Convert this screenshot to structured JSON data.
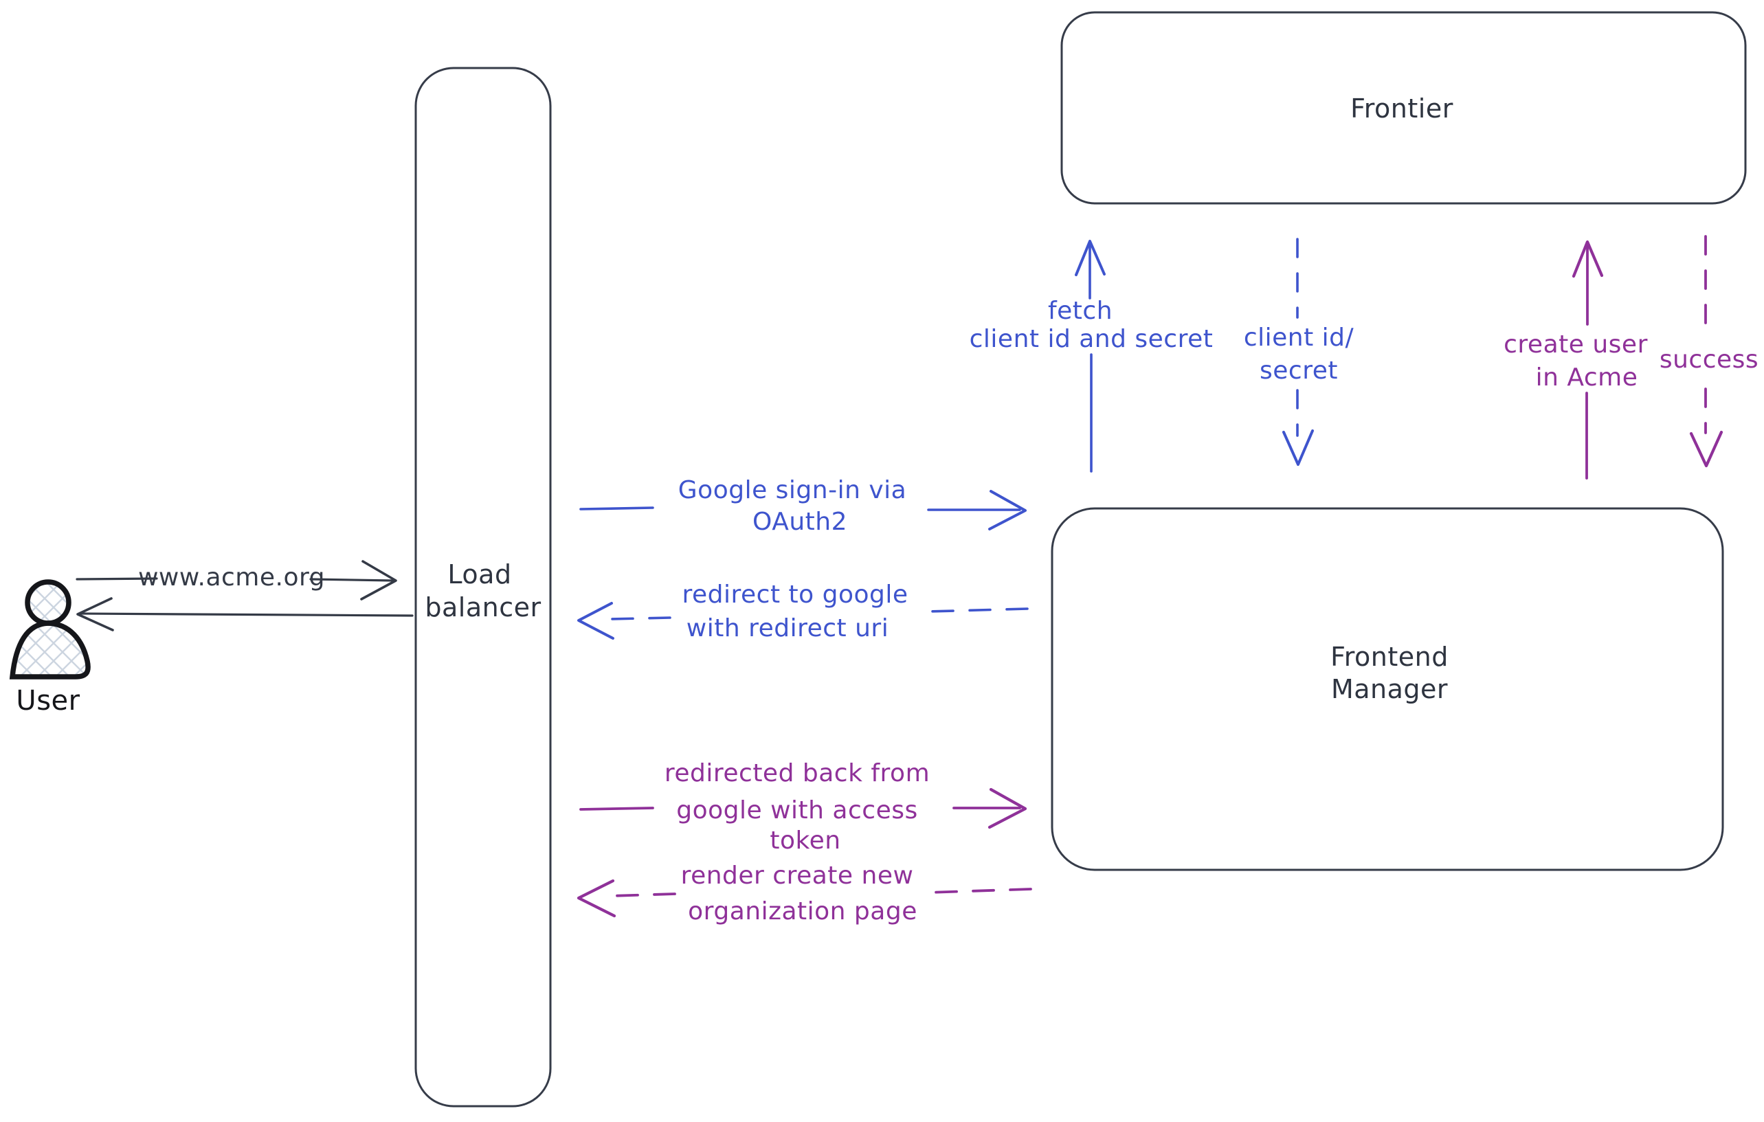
{
  "colors": {
    "ink": "#343a46",
    "box_stroke": "#363c49",
    "blue": "#3e54cd",
    "purple": "#8f3199",
    "hatch": "#ccd5e0",
    "background": "#ffffff"
  },
  "nodes": {
    "user": {
      "label": "User",
      "type": "person"
    },
    "load_balancer": {
      "line1": "Load",
      "line2": "balancer"
    },
    "frontier": {
      "label": "Frontier"
    },
    "frontend_manager": {
      "line1": "Frontend",
      "line2": "Manager"
    }
  },
  "edges": {
    "www_acme": {
      "from": "User",
      "to": "Load balancer",
      "style": "solid",
      "color": "#343a46",
      "label": "www.acme.org"
    },
    "lb_response": {
      "from": "Load balancer",
      "to": "User",
      "style": "solid",
      "color": "#343a46",
      "label": ""
    },
    "google_signin": {
      "from": "Load balancer",
      "to": "Frontend Manager",
      "style": "solid",
      "color": "#3e54cd",
      "line1": "Google sign-in via",
      "line2": "OAuth2"
    },
    "redirect_google": {
      "from": "Frontend Manager",
      "to": "Load balancer",
      "style": "dashed",
      "color": "#3e54cd",
      "line1": "redirect to google",
      "line2": "with redirect uri"
    },
    "fetch_secret": {
      "from": "Frontend Manager",
      "to": "Frontier",
      "style": "solid",
      "color": "#3e54cd",
      "line1": "fetch",
      "line2": "client id and secret"
    },
    "client_id_secret": {
      "from": "Frontier",
      "to": "Frontend Manager",
      "style": "dashed",
      "color": "#3e54cd",
      "line1": "client id/",
      "line2": "secret"
    },
    "create_user": {
      "from": "Frontend Manager",
      "to": "Frontier",
      "style": "solid",
      "color": "#8f3199",
      "line1": "create user",
      "line2": "in Acme"
    },
    "success": {
      "from": "Frontier",
      "to": "Frontend Manager",
      "style": "dashed",
      "color": "#8f3199",
      "label": "success"
    },
    "redirected_back": {
      "from": "Load balancer",
      "to": "Frontend Manager",
      "style": "solid",
      "color": "#8f3199",
      "line1": "redirected back from",
      "line2": "google with access",
      "line3": "token"
    },
    "render_page": {
      "from": "Frontend Manager",
      "to": "Load balancer",
      "style": "dashed",
      "color": "#8f3199",
      "line1": "render create new",
      "line2": "organization page"
    }
  }
}
